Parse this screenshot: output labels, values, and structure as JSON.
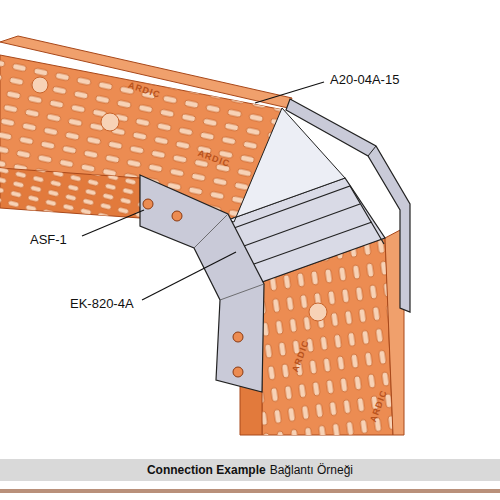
{
  "diagram": {
    "caption": "Connection Example",
    "labels": [
      "A20-04A-15",
      "ASF-1",
      "EK-820-4A",
      "Bağlantı Örneği",
      "ARDIC",
      "ARDIC",
      "ARDIC",
      "ARDIC"
    ]
  }
}
